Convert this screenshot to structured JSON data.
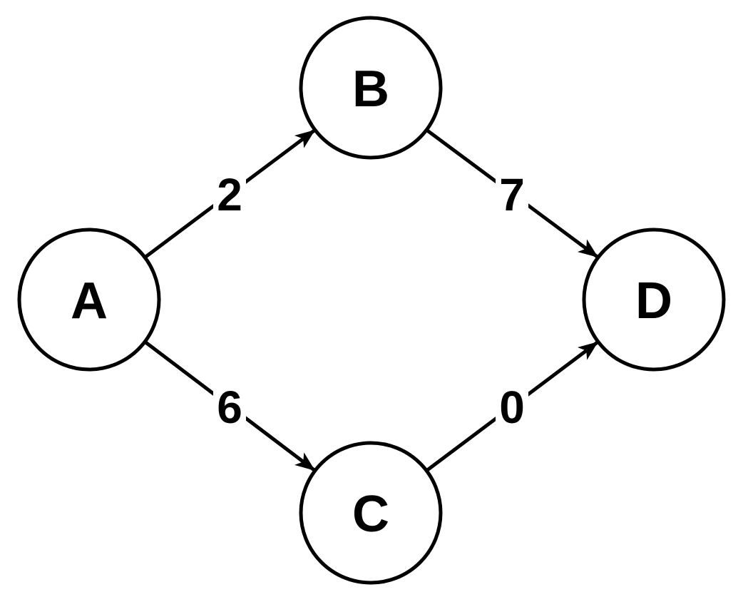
{
  "diagram": {
    "type": "directed-weighted-graph",
    "background_color": "#ffffff",
    "stroke_color": "#000000",
    "text_color": "#000000",
    "nodes": [
      {
        "id": "A",
        "label": "A"
      },
      {
        "id": "B",
        "label": "B"
      },
      {
        "id": "C",
        "label": "C"
      },
      {
        "id": "D",
        "label": "D"
      }
    ],
    "edges": [
      {
        "from": "A",
        "to": "B",
        "weight": "2"
      },
      {
        "from": "B",
        "to": "D",
        "weight": "7"
      },
      {
        "from": "A",
        "to": "C",
        "weight": "6"
      },
      {
        "from": "C",
        "to": "D",
        "weight": "0"
      }
    ]
  }
}
